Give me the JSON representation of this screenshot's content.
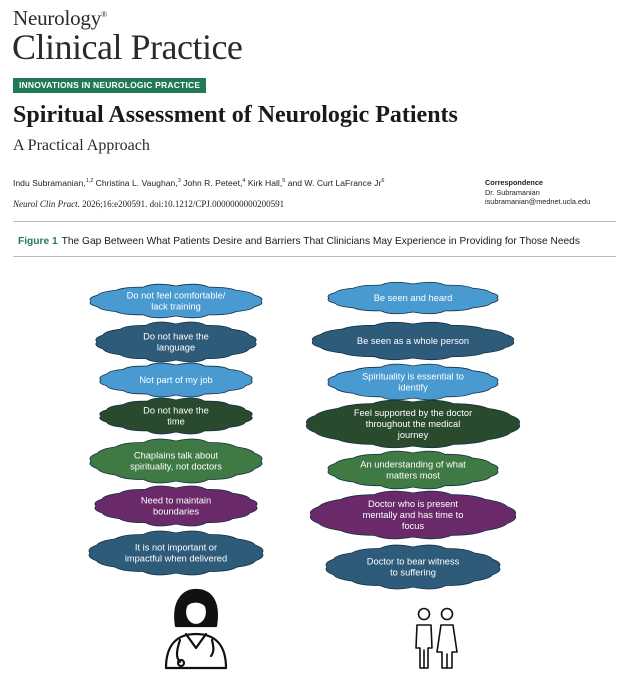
{
  "journal": {
    "name_small": "Neurology",
    "registered_mark": "®",
    "name_big": "Clinical Practice"
  },
  "section_tag": "INNOVATIONS IN NEUROLOGIC PRACTICE",
  "article": {
    "title": "Spiritual Assessment of Neurologic Patients",
    "subtitle": "A Practical Approach",
    "authors": [
      {
        "name": "Indu Subramanian,",
        "aff": "1,2"
      },
      {
        "name": " Christina L. Vaughan,",
        "aff": "3"
      },
      {
        "name": " John R. Peteet,",
        "aff": "4"
      },
      {
        "name": " Kirk Hall,",
        "aff": "5"
      },
      {
        "name": " and W. Curt LaFrance Jr",
        "aff": "6"
      }
    ],
    "citation_journal": "Neurol Clin Pract.",
    "citation_rest": " 2026;16:e200591. doi:10.1212/CPJ.0000000000200591"
  },
  "correspondence": {
    "heading": "Correspondence",
    "name": "Dr. Subramanian",
    "email": "isubramanian@mednet.ucla.edu"
  },
  "figure": {
    "label": "Figure 1",
    "caption": "The Gap Between What Patients Desire and Barriers That Clinicians May Experience in Providing for Those Needs",
    "colors": {
      "light_blue": "#4a9ad2",
      "dark_blue": "#2e5b7a",
      "dark_green": "#2a4a2e",
      "green": "#3f7a44",
      "purple": "#6a2a6a"
    },
    "clinician_barriers": [
      {
        "lines": [
          "Do not feel comfortable/",
          "lack training"
        ],
        "color": "light_blue"
      },
      {
        "lines": [
          "Do not have the",
          "language"
        ],
        "color": "dark_blue"
      },
      {
        "lines": [
          "Not part of my job"
        ],
        "color": "light_blue"
      },
      {
        "lines": [
          "Do not have the",
          "time"
        ],
        "color": "dark_green"
      },
      {
        "lines": [
          "Chaplains talk about",
          "spirituality, not doctors"
        ],
        "color": "green"
      },
      {
        "lines": [
          "Need to maintain",
          "boundaries"
        ],
        "color": "purple"
      },
      {
        "lines": [
          "It is not important or",
          "impactful when delivered"
        ],
        "color": "dark_blue"
      }
    ],
    "patient_desires": [
      {
        "lines": [
          "Be seen and heard"
        ],
        "color": "light_blue"
      },
      {
        "lines": [
          "Be seen as a whole person"
        ],
        "color": "dark_blue"
      },
      {
        "lines": [
          "Spirituality is essential to",
          "identify"
        ],
        "color": "light_blue"
      },
      {
        "lines": [
          "Feel supported by the doctor",
          "throughout the medical",
          "journey"
        ],
        "color": "dark_green"
      },
      {
        "lines": [
          "An understanding of what",
          "matters most"
        ],
        "color": "green"
      },
      {
        "lines": [
          "Doctor who is present",
          "mentally and has time to",
          "focus"
        ],
        "color": "purple"
      },
      {
        "lines": [
          "Doctor to bear witness",
          "to suffering"
        ],
        "color": "dark_blue"
      }
    ],
    "icons": {
      "clinician": "doctor-icon",
      "patients": "patients-icon"
    }
  }
}
